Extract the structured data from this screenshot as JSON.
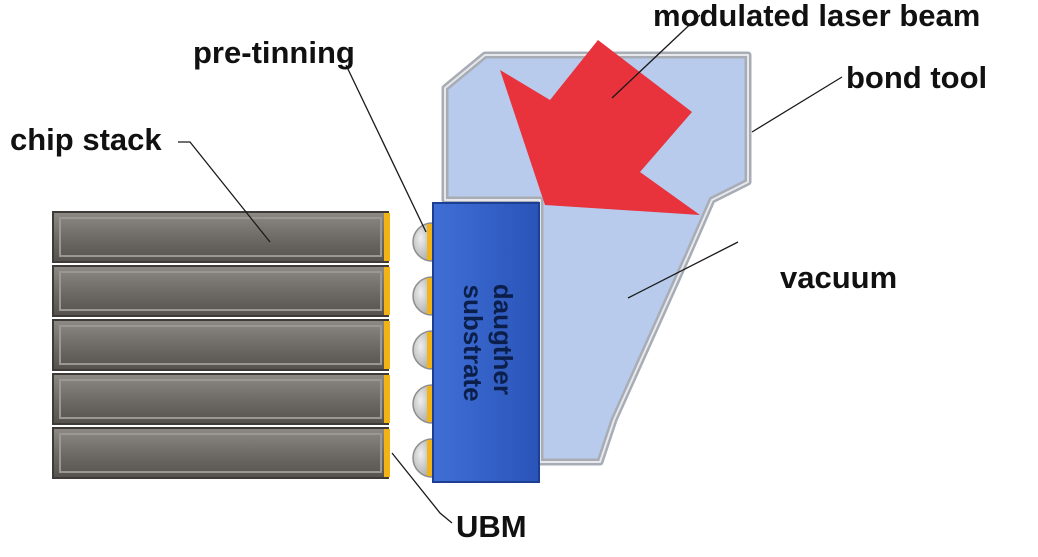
{
  "diagram": {
    "labels": {
      "modulated_laser_beam": "modulated laser beam",
      "pre_tinning": "pre-tinning",
      "bond_tool": "bond tool",
      "chip_stack": "chip stack",
      "vacuum": "vacuum",
      "daughter_substrate": "daugther substrate",
      "ubm": "UBM"
    },
    "colors": {
      "chip_fill": "#6f6b66",
      "chip_edge": "#3d3a37",
      "ubm_gold": "#f2b316",
      "substrate_blue": "#2f5cc4",
      "substrate_edge": "#1d3f93",
      "tool_fill": "#b9cbec",
      "tool_frame": "#9a9ea6",
      "laser_red": "#e8323c",
      "solder_grey": "#c9c9c9"
    },
    "chip_count": 5,
    "bump_count": 5
  }
}
